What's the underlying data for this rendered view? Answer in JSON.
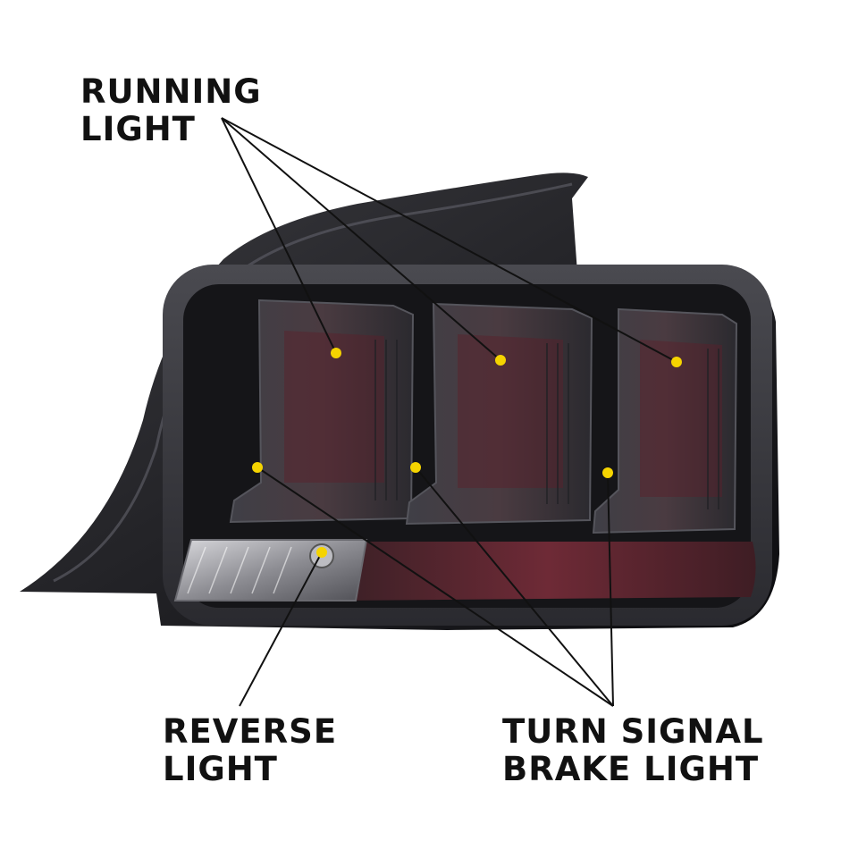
{
  "labels": {
    "running": {
      "line1": "RUNNING",
      "line2": "LIGHT"
    },
    "reverse": {
      "line1": "REVERSE",
      "line2": "LIGHT"
    },
    "turn_brake": {
      "line1": "TURN SIGNAL",
      "line2": "BRAKE LIGHT"
    }
  },
  "colors": {
    "background": "#ffffff",
    "marker": "#f5d400",
    "leader_line": "#111111",
    "housing": "#1c1c20",
    "lens_tint": "#5b1f2a"
  }
}
